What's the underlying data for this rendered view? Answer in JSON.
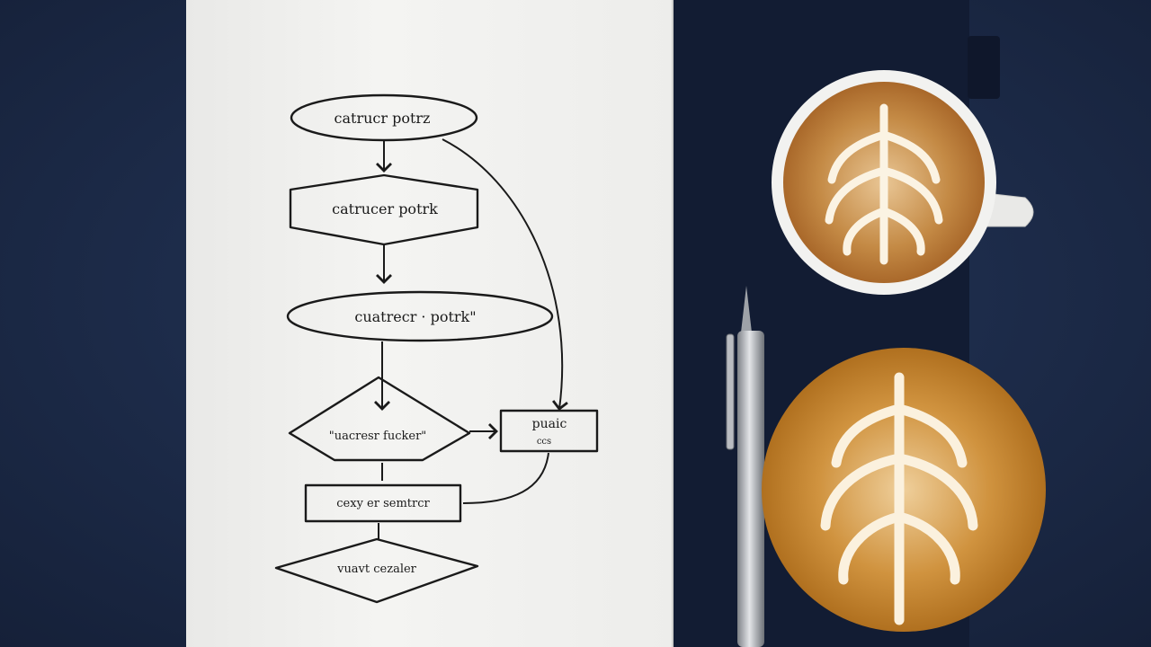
{
  "photo": {
    "colors": {
      "table": "#1c2a45",
      "notebook_cover": "#14203a",
      "paper": "#f3f3f1",
      "ink": "#1a1a1a",
      "cup": "#f2f2f0",
      "coffee": "#b8762f",
      "foam": "#f6ead2"
    }
  },
  "flowchart": {
    "nodes": [
      {
        "shape": "ellipse",
        "label": "catrucr potrz"
      },
      {
        "shape": "hexagon",
        "label": "catrucer potrk"
      },
      {
        "shape": "ellipse",
        "label": "cuatrecr · potrk\""
      },
      {
        "shape": "diamond",
        "label": "\"uacresr fucker\""
      },
      {
        "shape": "rectangle",
        "label": "puaic",
        "sublabel": "ccs"
      },
      {
        "shape": "rectangle",
        "label": "cexy er semtrcr"
      },
      {
        "shape": "diamond",
        "label": "vuavt cezaler"
      }
    ]
  }
}
